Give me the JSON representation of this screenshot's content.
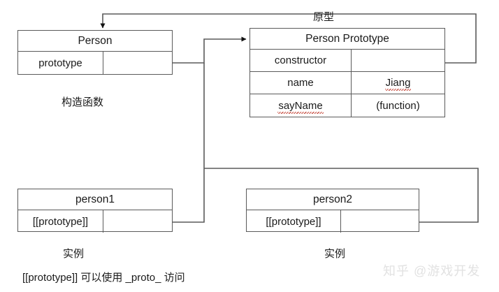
{
  "diagram": {
    "title_label": "原型",
    "constructor_box": {
      "title": "Person",
      "rows": [
        {
          "key": "prototype",
          "value": ""
        }
      ],
      "caption": "构造函数"
    },
    "prototype_box": {
      "title": "Person Prototype",
      "rows": [
        {
          "key": "constructor",
          "value": ""
        },
        {
          "key": "name",
          "value": "Jiang"
        },
        {
          "key": "sayName",
          "value": "(function)"
        }
      ]
    },
    "instance_boxes": [
      {
        "title": "person1",
        "rows": [
          {
            "key": "[[prototype]]",
            "value": ""
          }
        ],
        "caption": "实例"
      },
      {
        "title": "person2",
        "rows": [
          {
            "key": "[[prototype]]",
            "value": ""
          }
        ],
        "caption": "实例"
      }
    ],
    "footnote": "[[prototype]] 可以使用 _proto_ 访问",
    "watermark": "知乎 @游戏开发",
    "colors": {
      "line": "#5a5a5a",
      "text": "#1a1a1a",
      "background": "#ffffff",
      "spellcheck_underline": "#c0392b",
      "watermark": "#e2e2e2"
    }
  }
}
